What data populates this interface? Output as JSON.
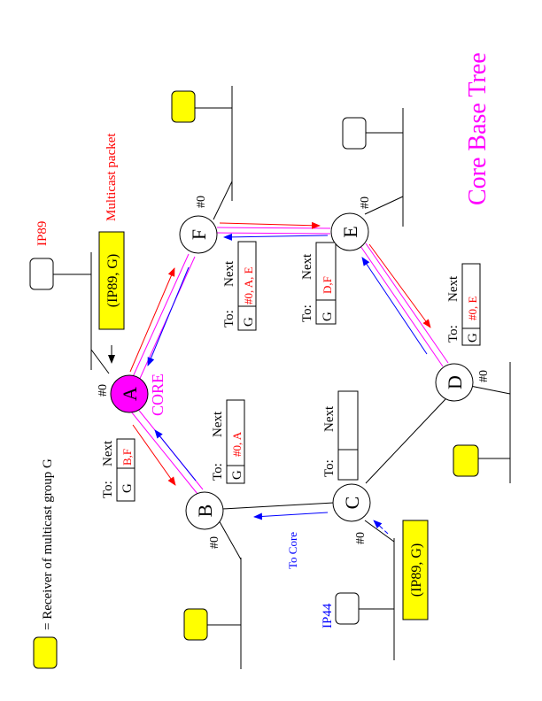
{
  "title": "Core Base Tree",
  "legend_text": "= Receiver of multicast group G",
  "core_label": "CORE",
  "ip89_label": "IP89",
  "ip44_label": "IP44",
  "multicast_packet_label": "Multicast packet",
  "to_core_label": "To Core",
  "packet_top": "(IP89, G)",
  "packet_bottom": "(IP89, G)",
  "nodes": {
    "A": {
      "label": "A",
      "port": "#0"
    },
    "B": {
      "label": "B",
      "port": "#0"
    },
    "C": {
      "label": "C",
      "port": "#0"
    },
    "D": {
      "label": "D",
      "port": "#0"
    },
    "E": {
      "label": "E",
      "port": "#0"
    },
    "F": {
      "label": "F",
      "port": "#0"
    }
  },
  "tables": {
    "A": {
      "to": "To:",
      "next": "Next",
      "group": "G",
      "value": "B,F"
    },
    "B": {
      "to": "To:",
      "next": "Next",
      "group": "G",
      "value": "#0, A"
    },
    "C": {
      "to": "To:",
      "next": "Next",
      "group": "",
      "value": ""
    },
    "D": {
      "to": "To:",
      "next": "Next",
      "group": "G",
      "value": "#0, E"
    },
    "E": {
      "to": "To:",
      "next": "Next",
      "group": "G",
      "value": "D,F"
    },
    "F": {
      "to": "To:",
      "next": "Next",
      "group": "G",
      "value": "#0, A, E"
    }
  },
  "colors": {
    "magenta": "#ff00ff",
    "red": "#ff0000",
    "blue": "#0000ff",
    "yellow": "#ffff00",
    "black": "#000000"
  }
}
